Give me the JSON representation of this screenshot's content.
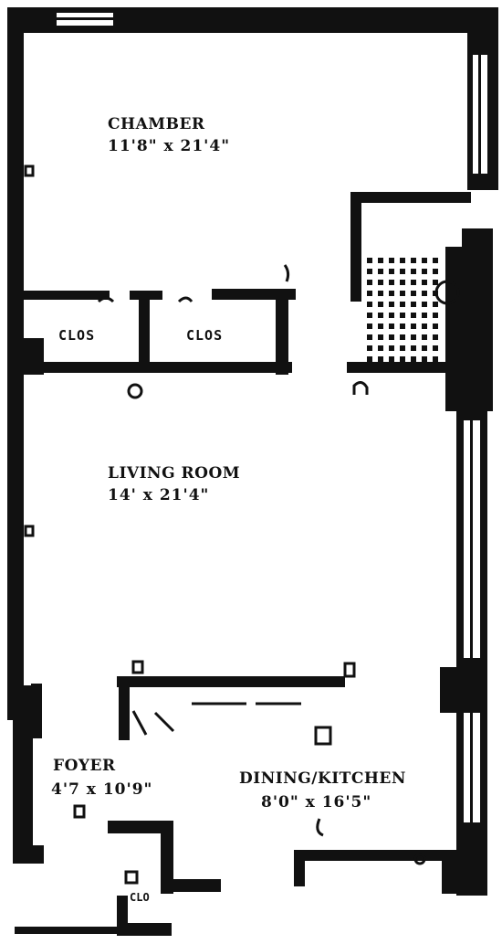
{
  "rooms": {
    "chamber": {
      "name": "CHAMBER",
      "dims": "11'8\" x 21'4\""
    },
    "closet_left": {
      "name": "CLOS"
    },
    "closet_right": {
      "name": "CLOS"
    },
    "living_room": {
      "name": "LIVING ROOM",
      "dims": "14' x 21'4\""
    },
    "foyer": {
      "name": "FOYER",
      "dims": "4'7 x 10'9\""
    },
    "dining_kitchen": {
      "name": "DINING/KITCHEN",
      "dims": "8'0\" x 16'5\""
    },
    "closet_bottom": {
      "name": "CLO"
    }
  },
  "colors": {
    "wall": "#111111",
    "background": "#ffffff"
  }
}
